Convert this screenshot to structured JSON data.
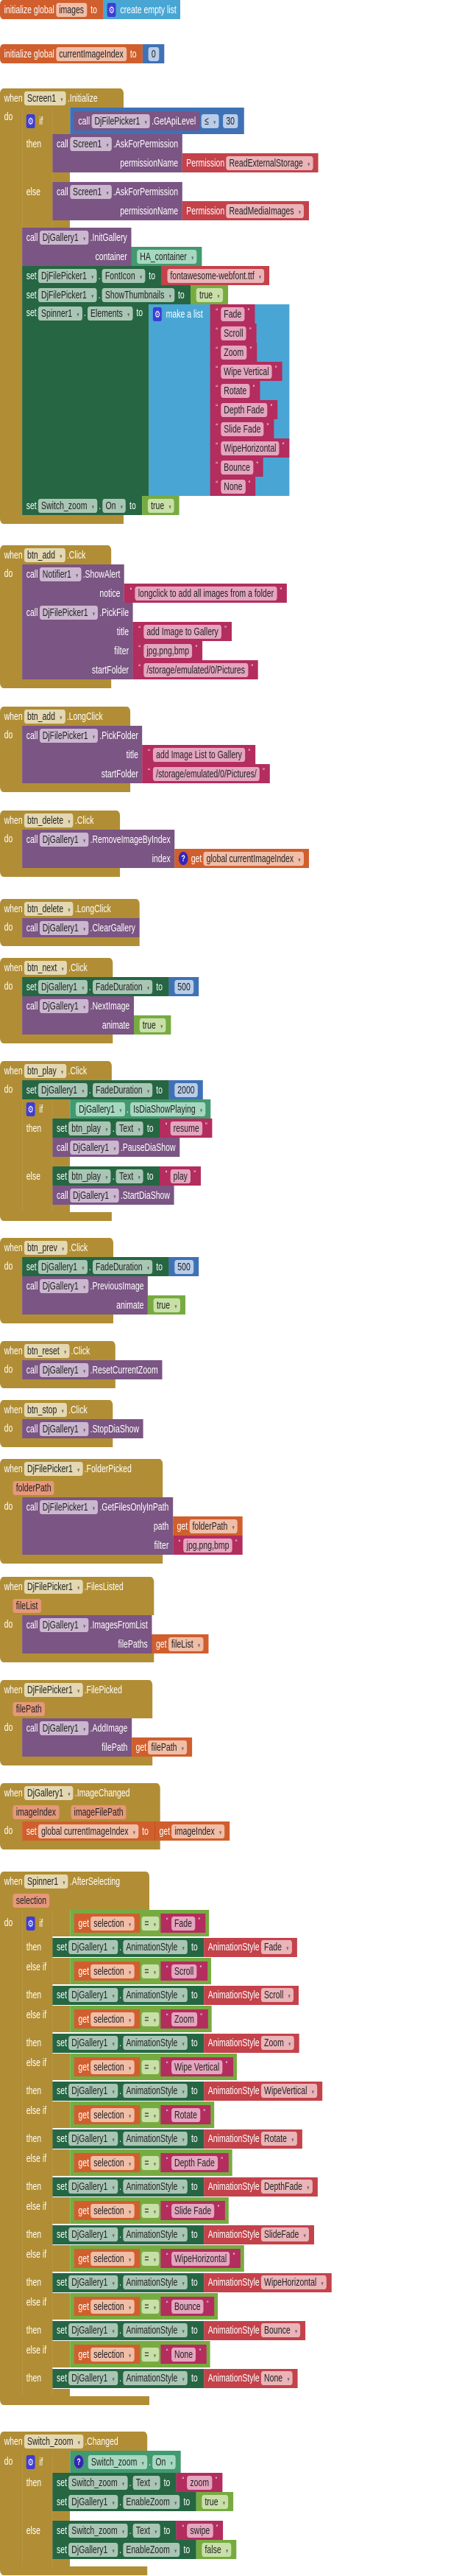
{
  "kw": {
    "when": "when",
    "do": "do",
    "call": "call",
    "set": "set",
    "to": "to",
    "if": "if",
    "then": "then",
    "else": "else",
    "else_if": "else if",
    "get": "get",
    "dot": ".",
    "init_global": "initialize global",
    "permission": "Permission"
  },
  "globals": {
    "images": {
      "name": "images",
      "value": "create empty list"
    },
    "current": {
      "name": "currentImageIndex",
      "value": "0"
    }
  },
  "s1": {
    "comp": "Screen1",
    "event": ".Initialize",
    "api_comp": "DjFilePicker1",
    "api_method": ".GetApiLevel",
    "op": "≤",
    "num": "30",
    "ask_comp": "Screen1",
    "ask_method": ".AskForPermission",
    "ask_arg": "permissionName",
    "perm_then": "ReadExternalStorage",
    "perm_else": "ReadMediaImages",
    "gal_comp": "DjGallery1",
    "gal_method": ".InitGallery",
    "gal_arg": "container",
    "gal_value": "HA_container",
    "fp_comp": "DjFilePicker1",
    "font_prop": "FontIcon",
    "font_value": "fontawesome-webfont.ttf",
    "thumb_prop": "ShowThumbnails",
    "thumb_value": "true",
    "sp_comp": "Spinner1",
    "sp_prop": "Elements",
    "list_label": "make a list",
    "items": [
      "Fade",
      "Scroll",
      "Zoom",
      "Wipe Vertical",
      "Rotate",
      "Depth Fade",
      "Slide Fade",
      "WipeHorizontal",
      "Bounce",
      "None"
    ],
    "sw_comp": "Switch_zoom",
    "sw_prop": "On",
    "sw_value": "true"
  },
  "add_click": {
    "comp": "btn_add",
    "event": ".Click",
    "n_comp": "Notifier1",
    "n_method": ".ShowAlert",
    "n_arg": "notice",
    "n_value": "longclick to add all images from a folder",
    "fp_comp": "DjFilePicker1",
    "fp_method": ".PickFile",
    "a_title": "title",
    "v_title": "add Image to Gallery",
    "a_filter": "filter",
    "v_filter": "jpg,png,bmp",
    "a_start": "startFolder",
    "v_start": "/storage/emulated/0/Pictures"
  },
  "add_long": {
    "comp": "btn_add",
    "event": ".LongClick",
    "fp_comp": "DjFilePicker1",
    "fp_method": ".PickFolder",
    "a_title": "title",
    "v_title": "add Image List to Gallery",
    "a_start": "startFolder",
    "v_start": "/storage/emulated/0/Pictures/"
  },
  "del_click": {
    "comp": "btn_delete",
    "event": ".Click",
    "g_comp": "DjGallery1",
    "method": ".RemoveImageByIndex",
    "arg": "index",
    "var": "global currentImageIndex"
  },
  "del_long": {
    "comp": "btn_delete",
    "event": ".LongClick",
    "g_comp": "DjGallery1",
    "method": ".ClearGallery"
  },
  "next": {
    "comp": "btn_next",
    "event": ".Click",
    "g_comp": "DjGallery1",
    "prop": "FadeDuration",
    "num": "500",
    "method": ".NextImage",
    "arg": "animate",
    "value": "true"
  },
  "play": {
    "comp": "btn_play",
    "event": ".Click",
    "g_comp": "DjGallery1",
    "prop": "FadeDuration",
    "num": "2000",
    "test_prop": "IsDiaShowPlaying",
    "btn": "btn_play",
    "text_prop": "Text",
    "then_text": "resume",
    "then_method": ".PauseDiaShow",
    "else_text": "play",
    "else_method": ".StartDiaShow"
  },
  "prev": {
    "comp": "btn_prev",
    "event": ".Click",
    "g_comp": "DjGallery1",
    "prop": "FadeDuration",
    "num": "500",
    "method": ".PreviousImage",
    "arg": "animate",
    "value": "true"
  },
  "reset": {
    "comp": "btn_reset",
    "event": ".Click",
    "g_comp": "DjGallery1",
    "method": ".ResetCurrentZoom"
  },
  "stop": {
    "comp": "btn_stop",
    "event": ".Click",
    "g_comp": "DjGallery1",
    "method": ".StopDiaShow"
  },
  "folder": {
    "comp": "DjFilePicker1",
    "event": ".FolderPicked",
    "param": "folderPath",
    "method": ".GetFilesOnlyInPath",
    "a_path": "path",
    "v_path": "folderPath",
    "a_filter": "filter",
    "v_filter": "jpg,png,bmp"
  },
  "files": {
    "comp": "DjFilePicker1",
    "event": ".FilesListed",
    "param": "fileList",
    "g_comp": "DjGallery1",
    "method": ".ImagesFromList",
    "arg": "filePaths",
    "var": "fileList"
  },
  "file": {
    "comp": "DjFilePicker1",
    "event": ".FilePicked",
    "param": "filePath",
    "g_comp": "DjGallery1",
    "method": ".AddImage",
    "arg": "filePath",
    "var": "filePath"
  },
  "changed": {
    "comp": "DjGallery1",
    "event": ".ImageChanged",
    "param1": "imageIndex",
    "param2": "imageFilePath",
    "target": "global currentImageIndex",
    "var": "imageIndex"
  },
  "after": {
    "comp": "Spinner1",
    "event": ".AfterSelecting",
    "param": "selection",
    "var": "selection",
    "op": "=",
    "g_comp": "DjGallery1",
    "prop": "AnimationStyle",
    "style_label": "AnimationStyle",
    "cases": [
      {
        "match": "Fade",
        "style": "Fade"
      },
      {
        "match": "Scroll",
        "style": "Scroll"
      },
      {
        "match": "Zoom",
        "style": "Zoom"
      },
      {
        "match": "Wipe Vertical",
        "style": "WipeVertical"
      },
      {
        "match": "Rotate",
        "style": "Rotate"
      },
      {
        "match": "Depth Fade",
        "style": "DepthFade"
      },
      {
        "match": "Slide Fade",
        "style": "SlideFade"
      },
      {
        "match": "WipeHorizontal",
        "style": "WipeHorizontal"
      },
      {
        "match": "Bounce",
        "style": "Bounce"
      },
      {
        "match": "None",
        "style": "None"
      }
    ]
  },
  "sw": {
    "comp": "Switch_zoom",
    "event": ".Changed",
    "prop": "On",
    "text_prop": "Text",
    "g_comp": "DjGallery1",
    "zoom_prop": "EnableZoom",
    "then_text": "zoom",
    "then_value": "true",
    "else_text": "swipe",
    "else_value": "false"
  }
}
